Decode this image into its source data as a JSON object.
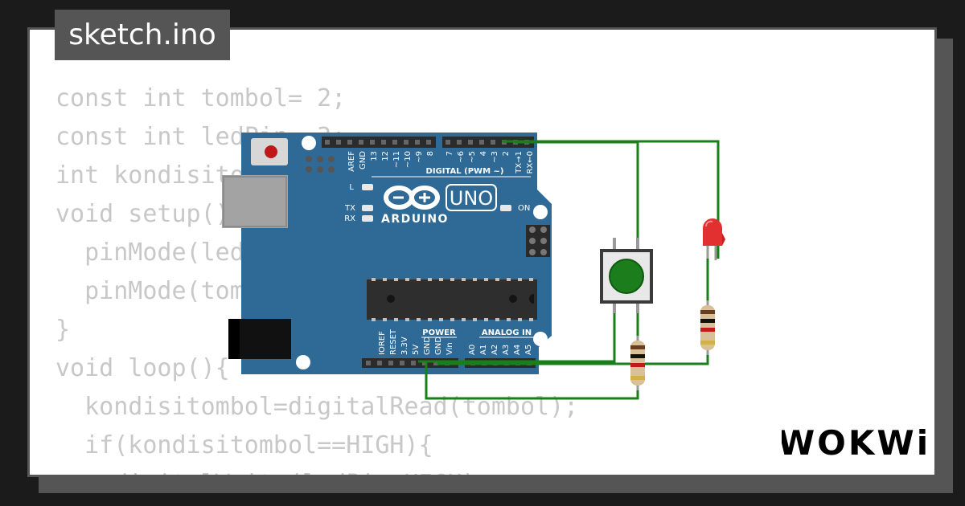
{
  "tab": {
    "title": "sketch.ino"
  },
  "code": {
    "lines": [
      "const int tombol= 2;",
      "const int ledPin= 3;",
      "int kondisitombol=0;",
      "void setup(){",
      "  pinMode(ledPin,OUTPUT);",
      "  pinMode(tombol,INPUT);",
      "}",
      "void loop(){",
      "  kondisitombol=digitalRead(tombol);",
      "  if(kondisitombol==HIGH){",
      "    digitalWrite(ledPin,HIGH);"
    ]
  },
  "board": {
    "brand": "ARDUINO",
    "model": "UNO",
    "digital_header": "DIGITAL (PWM ~)",
    "digital_pins": [
      "AREF",
      "GND",
      "13",
      "12",
      "~11",
      "~10",
      "~9",
      "8",
      "7",
      "~6",
      "~5",
      "4",
      "~3",
      "2",
      "TX→1",
      "RX←0"
    ],
    "power_header": "POWER",
    "power_pins": [
      "IOREF",
      "RESET",
      "3.3V",
      "5V",
      "GND",
      "GND",
      "Vin"
    ],
    "analog_header": "ANALOG IN",
    "analog_pins": [
      "A0",
      "A1",
      "A2",
      "A3",
      "A4",
      "A5"
    ],
    "led_labels": {
      "l": "L",
      "tx": "TX",
      "rx": "RX",
      "on": "ON"
    }
  },
  "colors": {
    "board": "#2f6a97",
    "wire": "#1a7f1a",
    "button_cap": "#1b7d1b",
    "led": "#e23030"
  },
  "brand": {
    "logo_text": "WOKWi"
  }
}
